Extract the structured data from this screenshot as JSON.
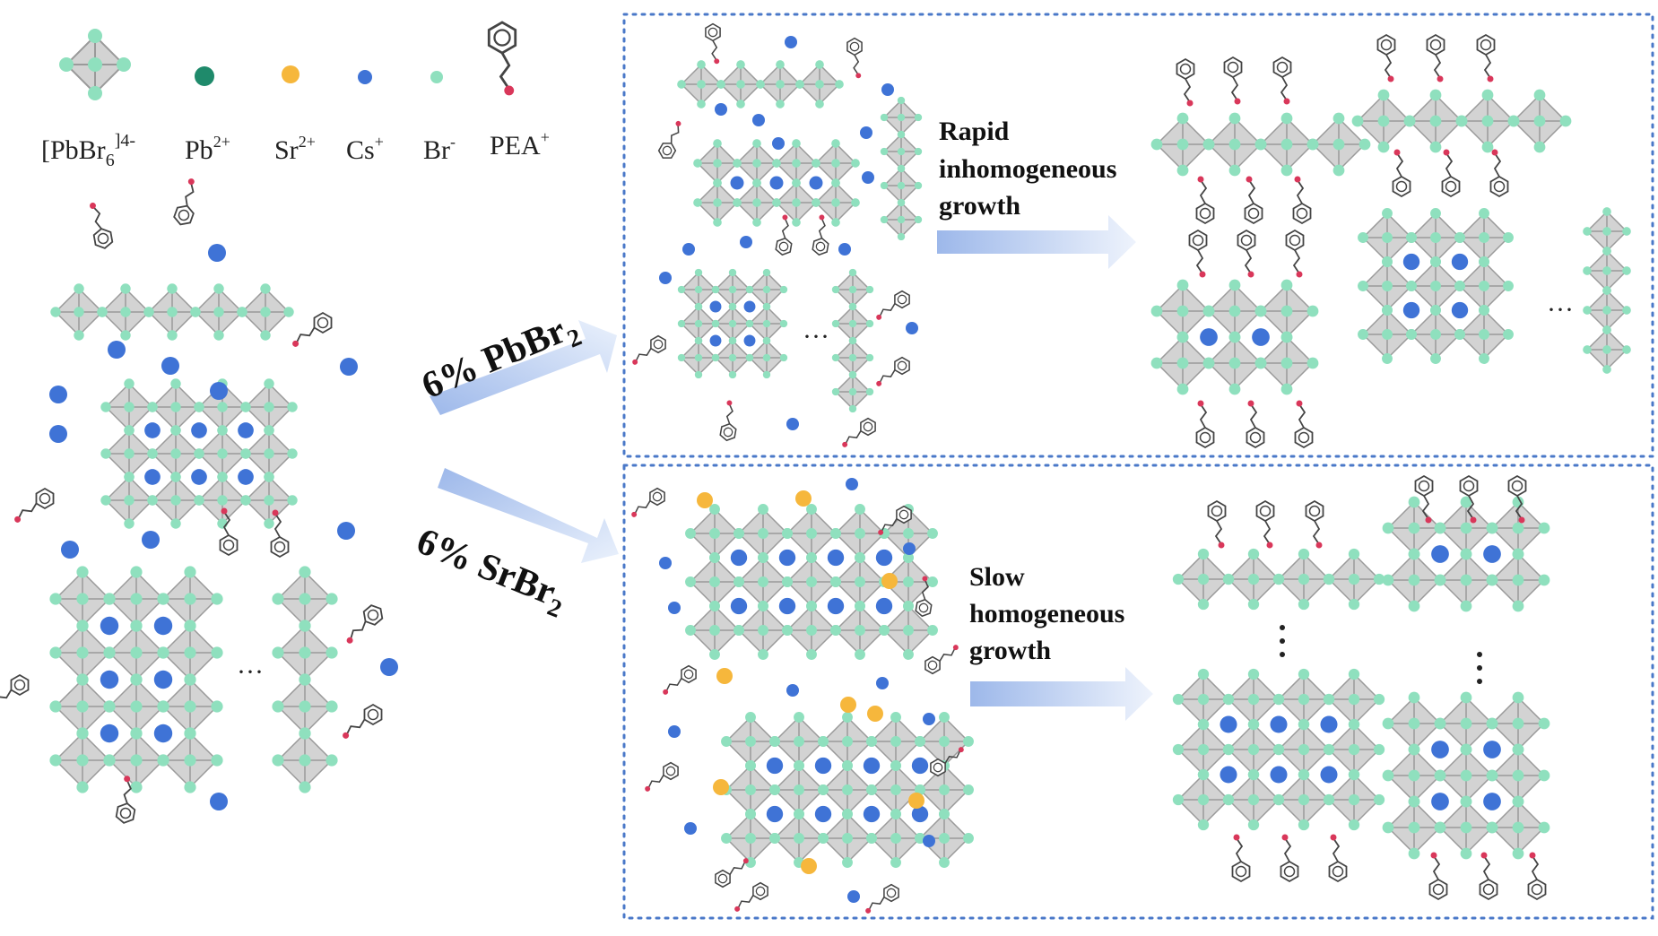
{
  "legend": {
    "items": [
      {
        "label": "[PbBr",
        "sub": "6",
        "sup": "]4-",
        "icon": "octahedron-icon"
      },
      {
        "label": "Pb",
        "sup": "2+",
        "icon": "pb-ion-icon"
      },
      {
        "label": "Sr",
        "sup": "2+",
        "icon": "sr-ion-icon"
      },
      {
        "label": "Cs",
        "sup": "+",
        "icon": "cs-ion-icon"
      },
      {
        "label": "Br",
        "sup": "-",
        "icon": "br-ion-icon"
      },
      {
        "label": "PEA",
        "sup": "+",
        "icon": "pea-molecule-icon"
      }
    ]
  },
  "arrows": {
    "pbbr2": {
      "text": "6% PbBr",
      "sub": "2"
    },
    "srbr2": {
      "text": "6% SrBr",
      "sub": "2"
    }
  },
  "panels": {
    "top": {
      "label_lines": [
        "Rapid",
        "inhomogeneous",
        "growth"
      ]
    },
    "bottom": {
      "label_lines": [
        "Slow",
        "homogeneous",
        "growth"
      ]
    }
  },
  "ellipsis": "···",
  "colors": {
    "octahedron_fill": "#d3d3d3",
    "octahedron_edge": "#9a9a9a",
    "br": "#8fe0be",
    "pb": "#1f8a6b",
    "sr": "#f6b73c",
    "cs": "#3f73d6",
    "pea_link": "#d9375a",
    "pea_ring": "#444444",
    "arrow_dark": "#9db8ea",
    "arrow_light": "#eef3fc",
    "panel_border": "#4a78c8"
  }
}
